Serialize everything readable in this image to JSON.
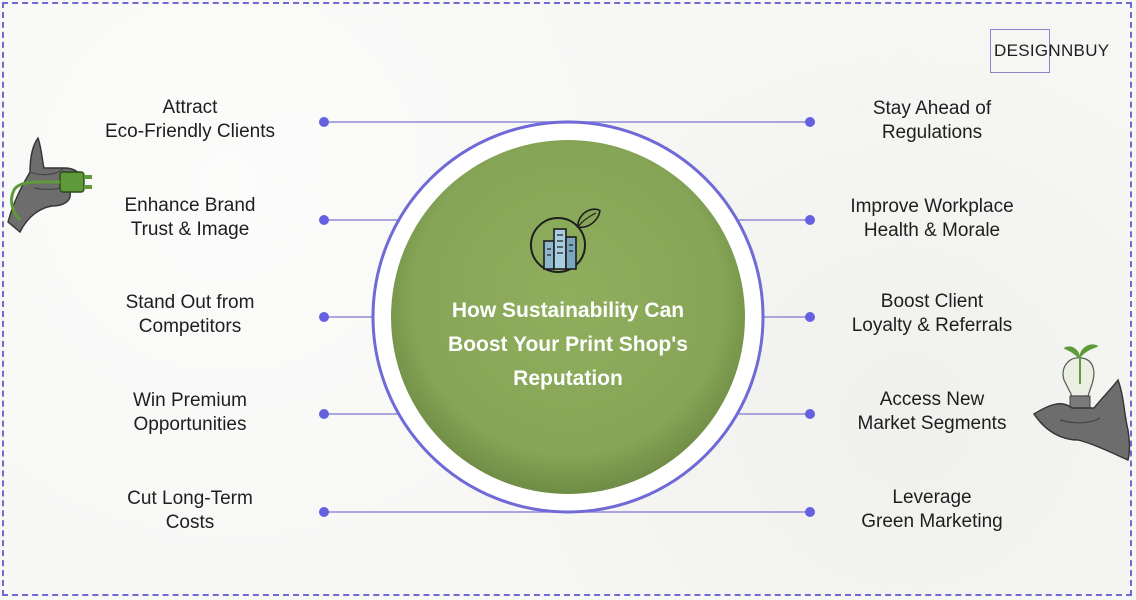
{
  "brand": {
    "logo_text": "DESIGNNBUY"
  },
  "center": {
    "title_lines": [
      "How Sustainability Can",
      "Boost Your Print Shop's",
      "Reputation"
    ]
  },
  "left_items": [
    {
      "lines": [
        "Attract",
        "Eco-Friendly Clients"
      ]
    },
    {
      "lines": [
        "Enhance Brand",
        "Trust & Image"
      ]
    },
    {
      "lines": [
        "Stand Out from",
        "Competitors"
      ]
    },
    {
      "lines": [
        "Win Premium",
        "Opportunities"
      ]
    },
    {
      "lines": [
        "Cut Long-Term",
        "Costs"
      ]
    }
  ],
  "right_items": [
    {
      "lines": [
        "Stay Ahead of",
        "Regulations"
      ]
    },
    {
      "lines": [
        "Improve Workplace",
        "Health & Morale"
      ]
    },
    {
      "lines": [
        "Boost Client",
        "Loyalty & Referrals"
      ]
    },
    {
      "lines": [
        "Access New",
        "Market Segments"
      ]
    },
    {
      "lines": [
        "Leverage",
        "Green Marketing"
      ]
    }
  ],
  "colors": {
    "accent": "#6f6ad6",
    "center_fill": "#86a556",
    "dot": "#6560e0",
    "plant_green": "#5f9a3a"
  }
}
